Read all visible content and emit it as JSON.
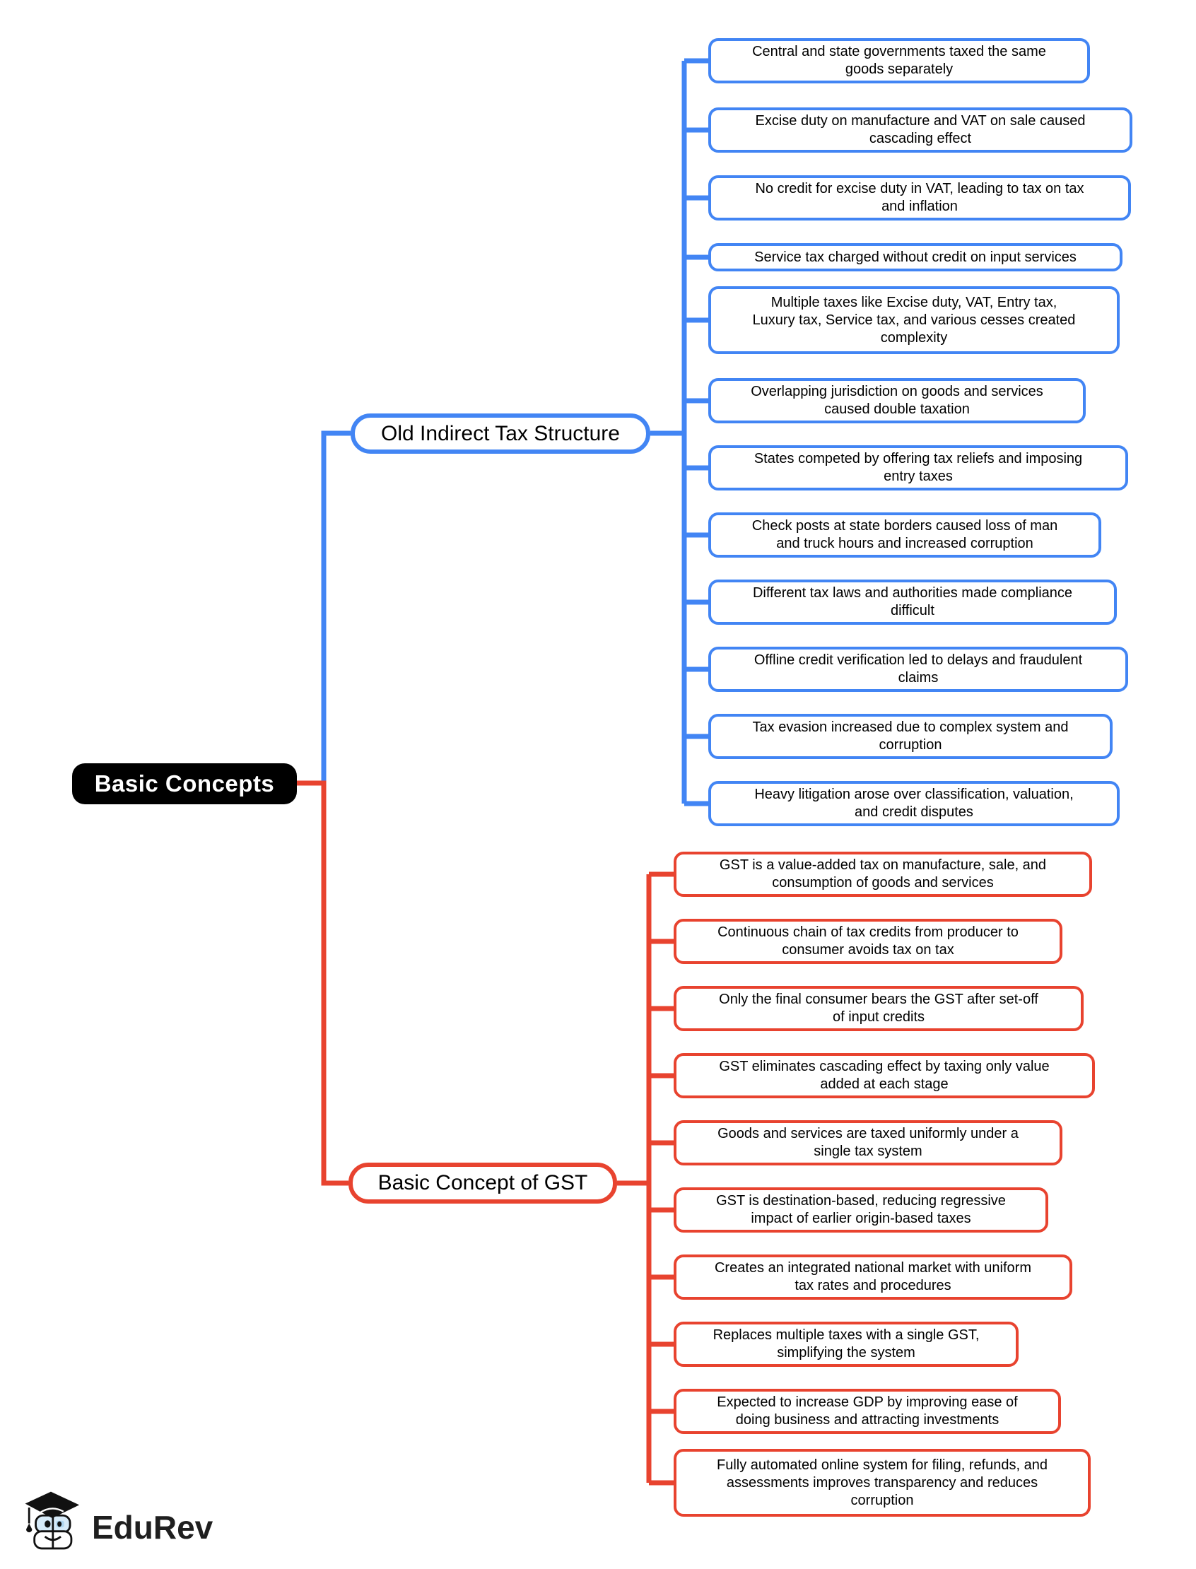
{
  "root": {
    "label": "Basic Concepts"
  },
  "branches": {
    "old_tax": {
      "label": "Old Indirect Tax Structure",
      "color": "#4285F4",
      "children": [
        "Central and state governments taxed the same\ngoods separately",
        "Excise duty on manufacture and VAT on sale caused\ncascading effect",
        "No credit for excise duty in VAT, leading to tax on tax\nand inflation",
        "Service tax charged without credit on input services",
        "Multiple taxes like Excise duty, VAT, Entry tax,\nLuxury tax, Service tax, and various cesses created\ncomplexity",
        "Overlapping jurisdiction on goods and services\ncaused double taxation",
        "States competed by offering tax reliefs and imposing\nentry taxes",
        "Check posts at state borders caused loss of man\nand truck hours and increased corruption",
        "Different tax laws and authorities made compliance\ndifficult",
        "Offline credit verification led to delays and fraudulent\nclaims",
        "Tax evasion increased due to complex system and\ncorruption",
        "Heavy litigation arose over classification, valuation,\nand credit disputes"
      ]
    },
    "gst": {
      "label": "Basic Concept of GST",
      "color": "#E8432F",
      "children": [
        "GST is a value-added tax on manufacture, sale, and\nconsumption of goods and services",
        "Continuous chain of tax credits from producer to\nconsumer avoids tax on tax",
        "Only the final consumer bears the GST after set-off\nof input credits",
        "GST eliminates cascading effect by taxing only value\nadded at each stage",
        "Goods and services are taxed uniformly under a\nsingle tax system",
        "GST is destination-based, reducing regressive\nimpact of earlier origin-based taxes",
        "Creates an integrated national market with uniform\ntax rates and procedures",
        "Replaces multiple taxes with a single GST,\nsimplifying the system",
        "Expected to increase GDP by improving ease of\ndoing business and attracting investments",
        "Fully automated online system for filing, refunds, and\nassessments improves transparency and reduces\ncorruption"
      ]
    }
  },
  "logo": {
    "brand": "EduRev"
  },
  "colors": {
    "branch_blue": "#4285F4",
    "branch_red": "#E8432F",
    "root_bg": "#000000",
    "node_bg": "#FFFFFF",
    "text": "#000000"
  }
}
